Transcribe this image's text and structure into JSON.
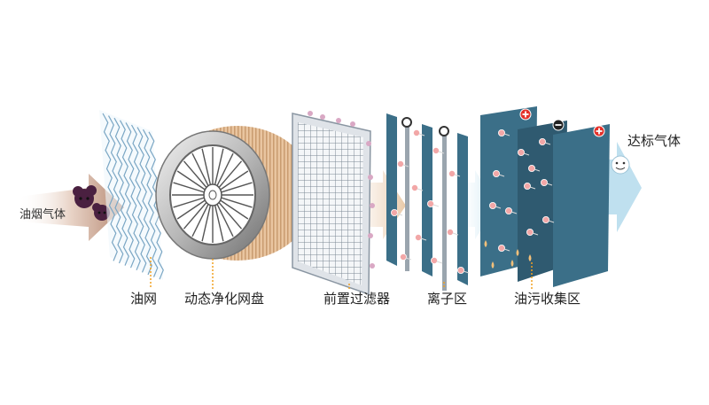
{
  "diagram": {
    "input_label": "油烟气体",
    "output_label": "达标气体",
    "stages": [
      {
        "id": "mesh",
        "label": "油网"
      },
      {
        "id": "disk",
        "label": "动态净化网盘"
      },
      {
        "id": "prefilter",
        "label": "前置过滤器"
      },
      {
        "id": "ion",
        "label": "离子区"
      },
      {
        "id": "collect",
        "label": "油污收集区"
      }
    ],
    "colors": {
      "panel": "#3b6f88",
      "panel_dark": "#2f5a70",
      "flow": "#c9e6f2",
      "inflow": "#b07a5e",
      "leader": "#f0a020",
      "particle": "#f2a7a7",
      "smoke": "#4a2040"
    },
    "icons": [
      "positive-charge-icon",
      "negative-charge-icon",
      "smiley-icon"
    ]
  }
}
